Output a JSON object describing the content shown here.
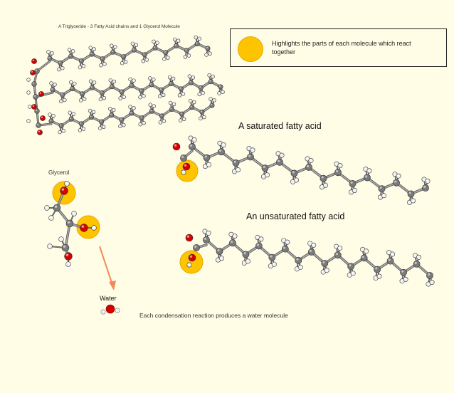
{
  "triglyceride_caption": "A Triglyceride - 3 Fatty Acid chains and 1 Glycerol Molecule",
  "legend": {
    "text": "Highlights the parts of each molecule which react together",
    "highlight_color": "#ffc400"
  },
  "saturated_label": "A saturated fatty acid",
  "unsaturated_label": "An unsaturated fatty acid",
  "glycerol_label": "Glycerol",
  "water_label": "Water",
  "condensation_caption": "Each condensation reaction produces a water molecule",
  "colors": {
    "carbon": "#7a7a7a",
    "oxygen": "#d40000",
    "hydrogen": "#f2f2f2",
    "arrow": "#f08a5a",
    "background": "#fffde6"
  }
}
